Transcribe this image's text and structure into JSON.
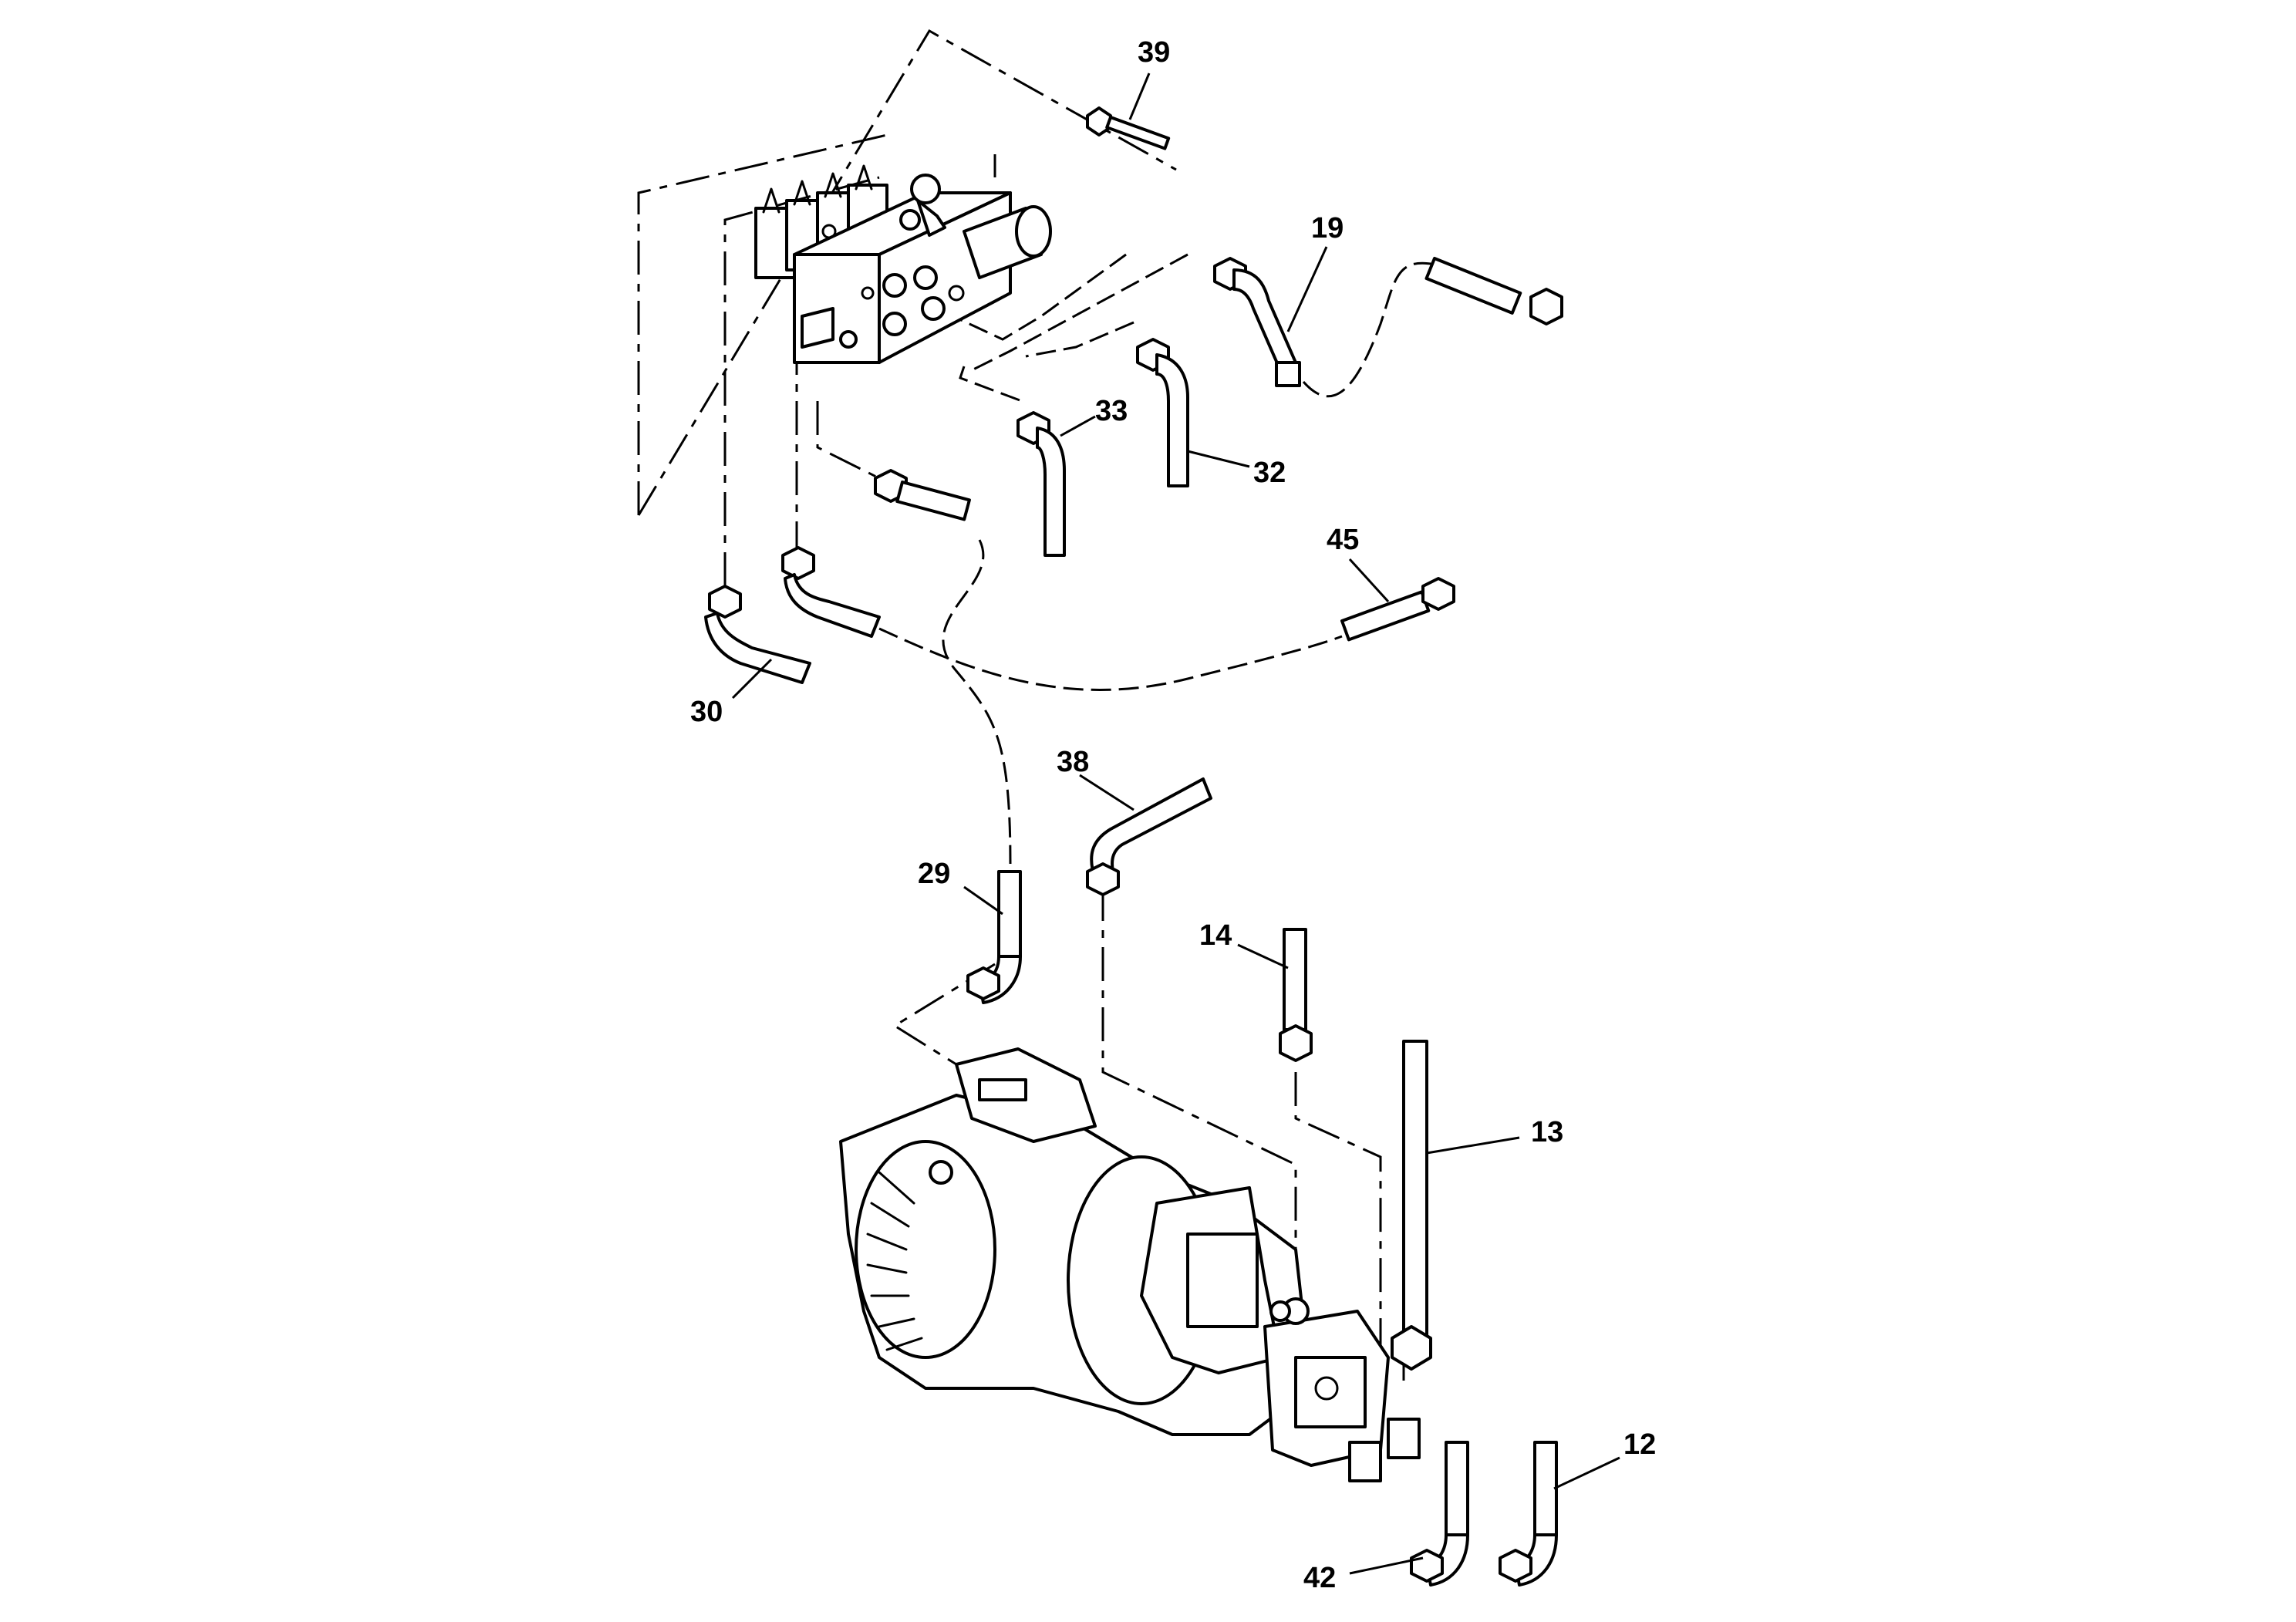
{
  "callouts": {
    "c39": "39",
    "c19": "19",
    "c33": "33",
    "c32": "32",
    "c45": "45",
    "c30": "30",
    "c38": "38",
    "c29": "29",
    "c14": "14",
    "c13": "13",
    "c12": "12",
    "c42": "42"
  },
  "colors": {
    "line": "#000000",
    "background": "#ffffff"
  }
}
